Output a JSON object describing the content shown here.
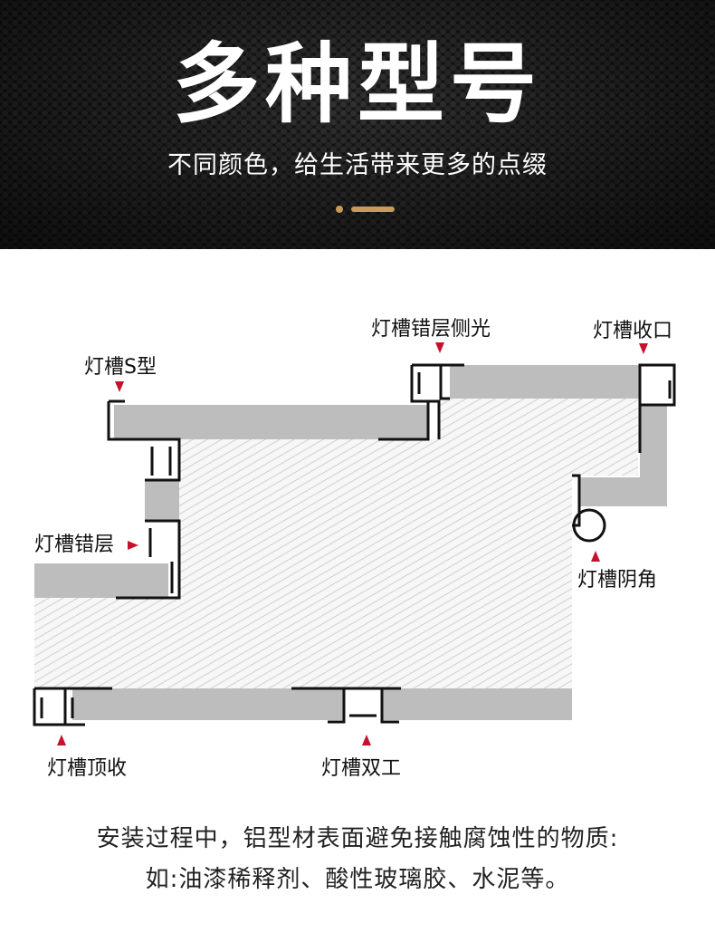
{
  "header": {
    "title": "多种型号",
    "subtitle": "不同颜色，给生活带来更多的点缀"
  },
  "labels": {
    "s_type": "灯槽S型",
    "side_light": "灯槽错层侧光",
    "closing": "灯槽收口",
    "layered": "灯槽错层",
    "inner_corner": "灯槽阴角",
    "top_closing": "灯槽顶收",
    "double": "灯槽双工"
  },
  "footer": {
    "line1": "安装过程中，铝型材表面避免接触腐蚀性的物质:",
    "line2": "如:油漆稀释剂、酸性玻璃胶、水泥等。"
  },
  "colors": {
    "header_bg": "#1a1a1a",
    "accent_gold": "#c99a59",
    "arrow_red": "#c8102e",
    "board_gray": "#bdbdbd"
  }
}
